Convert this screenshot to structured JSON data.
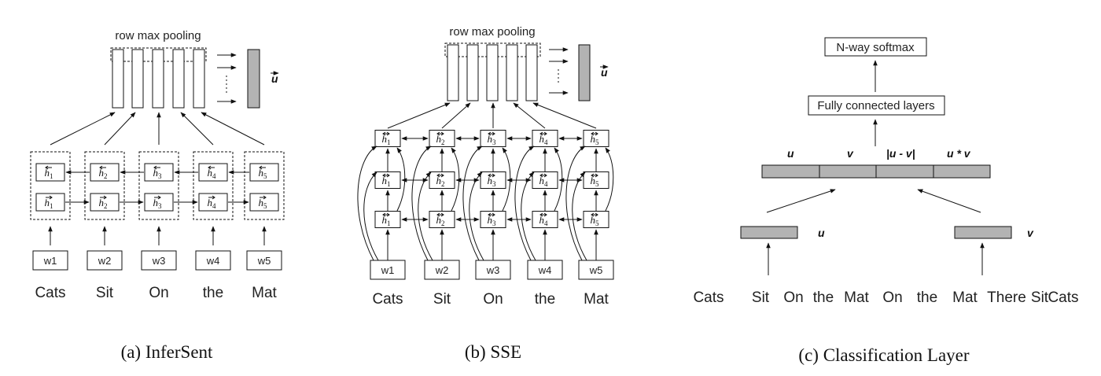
{
  "colors": {
    "filled_bar": "#b3b3b3",
    "stroke": "#111111"
  },
  "panel_a": {
    "caption": "(a) InferSent",
    "pooling_label": "row max pooling",
    "output_vector": "u",
    "hidden": [
      "h",
      "h",
      "h",
      "h",
      "h"
    ],
    "subs": [
      "1",
      "2",
      "3",
      "4",
      "5"
    ],
    "tokens": [
      "w1",
      "w2",
      "w3",
      "w4",
      "w5"
    ],
    "words": [
      "Cats",
      "Sit",
      "On",
      "the",
      "Mat"
    ]
  },
  "panel_b": {
    "caption": "(b) SSE",
    "pooling_label": "row max pooling",
    "output_vector": "u",
    "hidden": [
      "h",
      "h",
      "h",
      "h",
      "h"
    ],
    "subs": [
      "1",
      "2",
      "3",
      "4",
      "5"
    ],
    "tokens": [
      "w1",
      "w2",
      "w3",
      "w4",
      "w5"
    ],
    "words": [
      "Cats",
      "Sit",
      "On",
      "the",
      "Mat"
    ]
  },
  "panel_c": {
    "caption": "(c) Classification Layer",
    "softmax_label": "N-way softmax",
    "fc_label": "Fully connected layers",
    "concat_labels": [
      "u",
      "v",
      "|u - v|",
      "u * v"
    ],
    "left_vector": "u",
    "right_vector": "v",
    "left_sentence": [
      "Cats",
      "Sit",
      "On",
      "the",
      "Mat"
    ],
    "right_sentence": [
      "On",
      "the",
      "Mat",
      "There",
      "Sit",
      "Cats"
    ]
  }
}
